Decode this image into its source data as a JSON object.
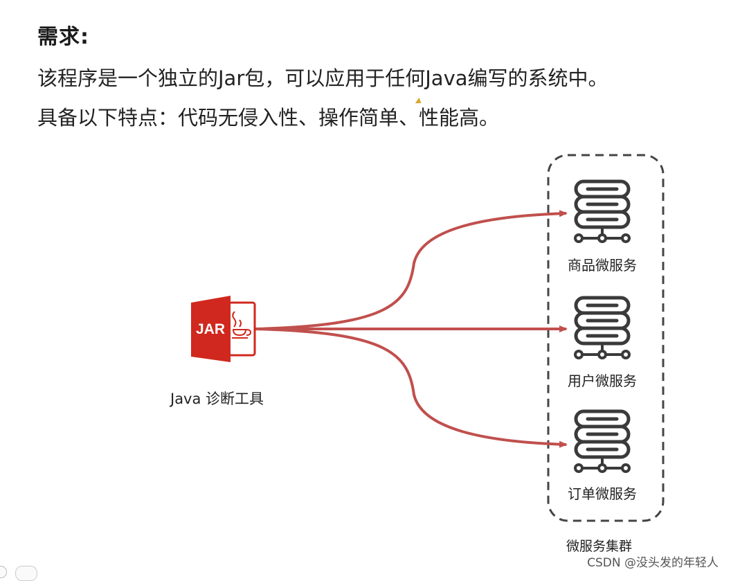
{
  "slide": {
    "heading": "需求:",
    "line1": "该程序是一个独立的Jar包，可以应用于任何Java编写的系统中。",
    "line2": "具备以下特点：代码无侵入性、操作简单、性能高。"
  },
  "diagram": {
    "jar_badge": "JAR",
    "jar_label": "Java 诊断工具",
    "services": [
      "商品微服务",
      "用户微服务",
      "订单微服务"
    ],
    "cluster_label": "微服务集群",
    "colors": {
      "arrow": "#c0504d",
      "jar": "#d0281e",
      "server": "#3a3a3a"
    }
  },
  "watermark": "CSDN @没头发的年轻人"
}
